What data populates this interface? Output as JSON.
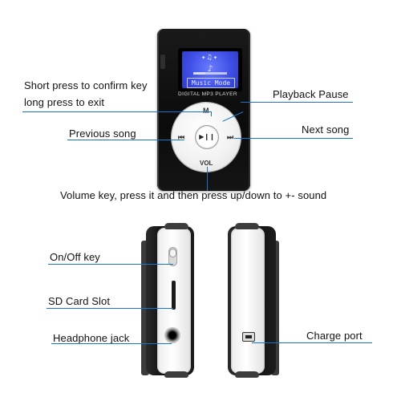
{
  "device": {
    "brand_text": "DIGITAL MP3 PLAYER",
    "screen": {
      "icons": "✦♫✦",
      "note": "♪",
      "mode": "Music Mode",
      "progress": 0.35
    },
    "wheel": {
      "top": "M",
      "bottom": "VOL",
      "left": "⏮",
      "right": "⏭",
      "center": "▶❙❙"
    }
  },
  "annotations": {
    "confirm_line1": "Short press to confirm key",
    "confirm_line2": "long press to exit",
    "playback": "Playback Pause",
    "previous": "Previous song",
    "next": "Next song",
    "volume": "Volume key, press it and then press up/down to +- sound",
    "onoff": "On/Off key",
    "sdcard": "SD Card Slot",
    "headphone": "Headphone jack",
    "charge": "Charge port"
  },
  "colors": {
    "callout_line": "#1a73c9",
    "screen": "#4a5af0",
    "body": "#111111"
  }
}
